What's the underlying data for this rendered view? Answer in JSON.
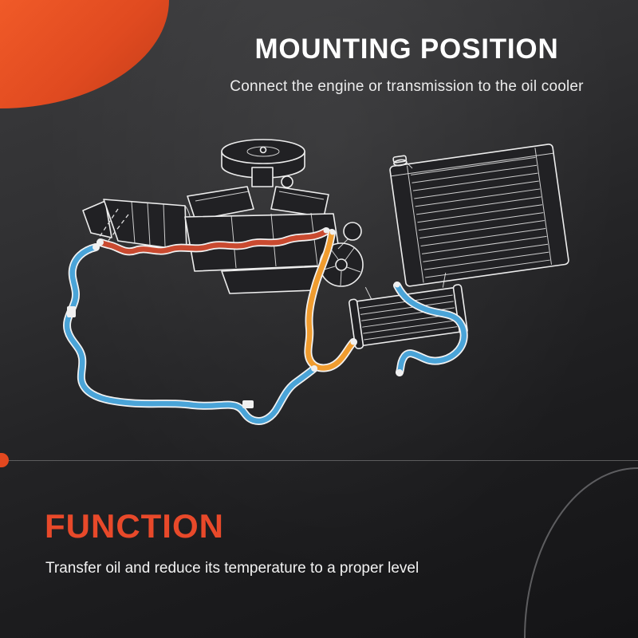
{
  "page": {
    "background_color_top": "#3b3b3d",
    "background_color_bottom": "#141416",
    "accent_color": "#e2481f",
    "divider_color": "#6b6b6d",
    "line_art_color": "#ededed"
  },
  "header": {
    "title": "MOUNTING POSITION",
    "subtitle": "Connect the engine or transmission to the oil cooler"
  },
  "diagram": {
    "label": "Line-art illustration of an engine and transmission connected to a radiator and oil cooler by red, orange and blue hoses",
    "hose_colors": {
      "red_hose": "#c94a30",
      "orange_hose": "#f09c2f",
      "blue_hose": "#4aa4d8"
    }
  },
  "function_section": {
    "heading": "FUNCTION",
    "description": "Transfer oil and reduce its temperature to a proper level"
  }
}
